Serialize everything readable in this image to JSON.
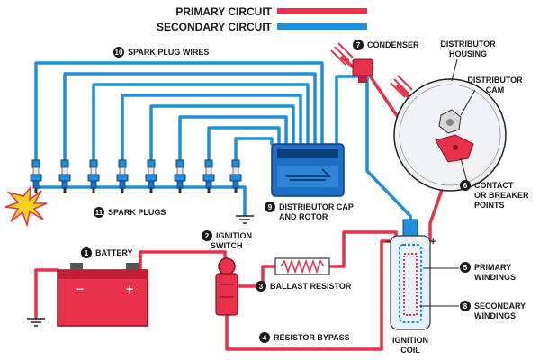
{
  "legend": {
    "primary": {
      "label": "PRIMARY CIRCUIT",
      "color": "#e8314a"
    },
    "secondary": {
      "label": "SECONDARY CIRCUIT",
      "color": "#1e8fd8"
    }
  },
  "labels": {
    "spark_plug_wires": {
      "num": "10",
      "text": "SPARK PLUG WIRES"
    },
    "condenser": {
      "num": "7",
      "text": "CONDENSER"
    },
    "distributor_housing": {
      "line1": "DISTRIBUTOR",
      "line2": "HOUSING"
    },
    "distributor_cam": {
      "line1": "DISTRIBUTOR",
      "line2": "CAM"
    },
    "contact_points": {
      "num": "6",
      "line1": "CONTACT",
      "line2": "OR BREAKER",
      "line3": "POINTS"
    },
    "spark_plugs": {
      "num": "11",
      "text": "SPARK PLUGS"
    },
    "distributor_cap": {
      "num": "9",
      "line1": "DISTRIBUTOR CAP",
      "line2": "AND ROTOR"
    },
    "battery": {
      "num": "1",
      "text": "BATTERY"
    },
    "ignition_switch": {
      "num": "2",
      "line1": "IGNITION",
      "line2": "SWITCH"
    },
    "ballast_resistor": {
      "num": "3",
      "text": "BALLAST RESISTOR"
    },
    "resistor_bypass": {
      "num": "4",
      "text": "RESISTOR BYPASS"
    },
    "primary_windings": {
      "num": "5",
      "line1": "PRIMARY",
      "line2": "WINDINGS"
    },
    "secondary_windings": {
      "num": "8",
      "line1": "SECONDARY",
      "line2": "WINDINGS"
    },
    "ignition_coil": {
      "line1": "IGNITION",
      "line2": "COIL"
    }
  },
  "symbols": {
    "battery_minus": "−",
    "battery_plus": "+",
    "coil_minus": "−",
    "coil_plus": "+"
  },
  "icons": {
    "spark": "spark-burst-icon",
    "ground": "ground-symbol-icon",
    "plug": "spark-plug-icon"
  }
}
